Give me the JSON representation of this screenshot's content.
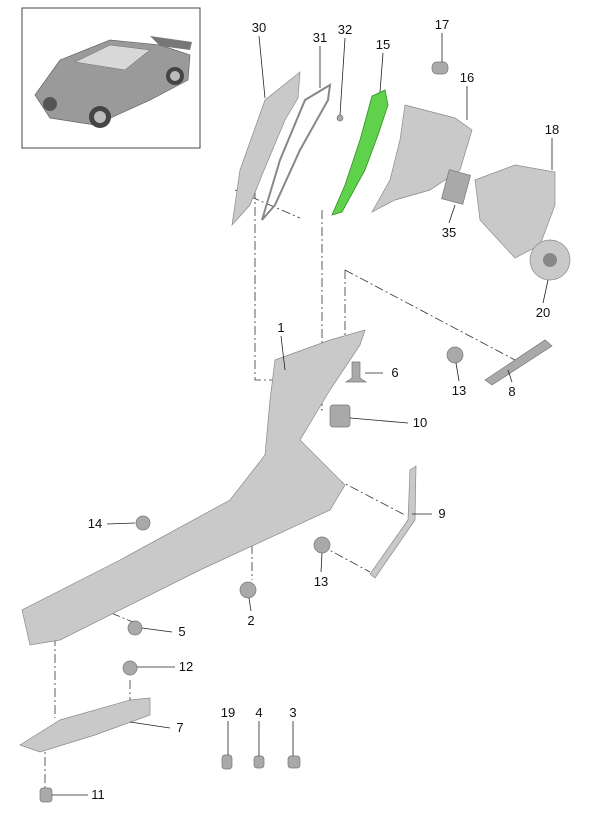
{
  "diagram": {
    "title": "Side panel / sill parts exploded view",
    "highlight_color": "#5fd14a",
    "callouts": {
      "p30": "30",
      "p31": "31",
      "p32": "32",
      "p15": "15",
      "p17": "17",
      "p16": "16",
      "p18": "18",
      "p35": "35",
      "p20": "20",
      "p1": "1",
      "p6": "6",
      "p13a": "13",
      "p8": "8",
      "p10": "10",
      "p9": "9",
      "p14": "14",
      "p13b": "13",
      "p2": "2",
      "p5": "5",
      "p12": "12",
      "p7": "7",
      "p19": "19",
      "p4": "4",
      "p3": "3",
      "p11": "11"
    }
  }
}
